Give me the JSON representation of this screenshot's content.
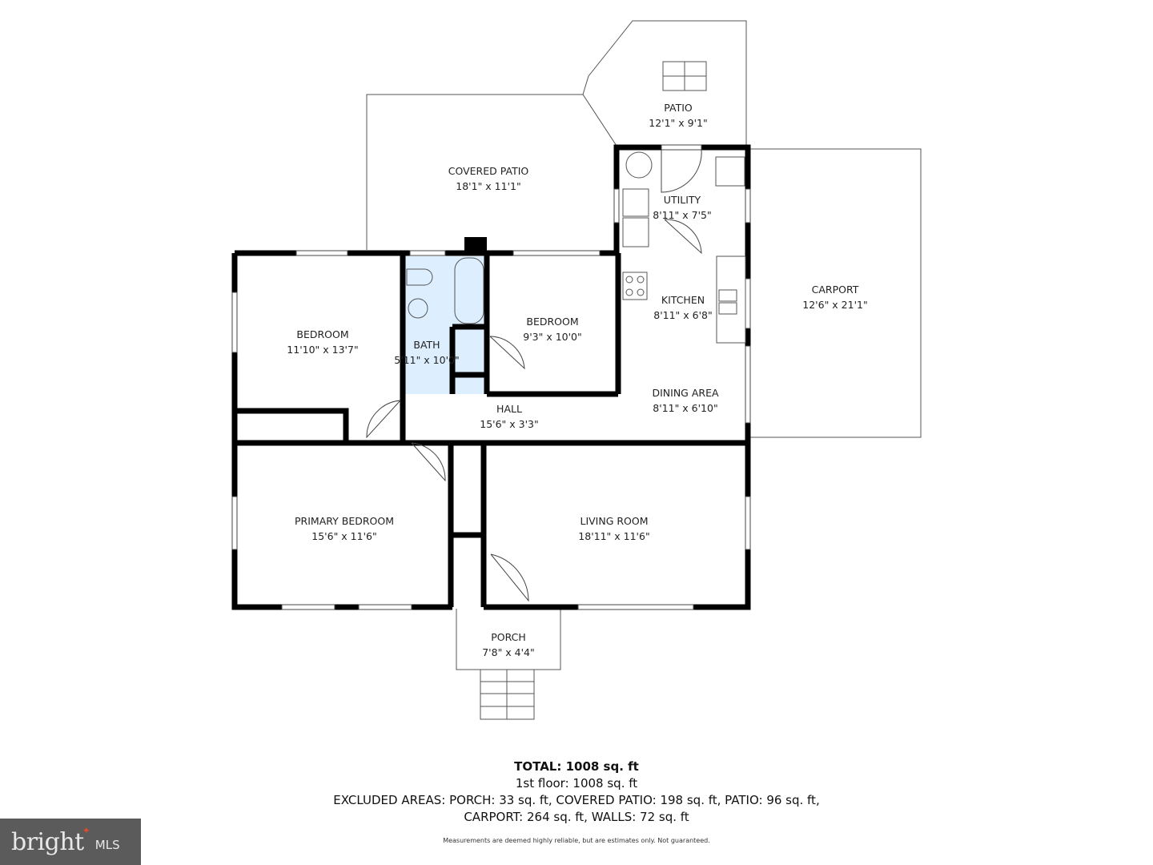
{
  "rooms": {
    "patio": {
      "name": "PATIO",
      "dim": "12'1\" x 9'1\""
    },
    "covered_patio": {
      "name": "COVERED PATIO",
      "dim": "18'1\" x 11'1\""
    },
    "utility": {
      "name": "UTILITY",
      "dim": "8'11\" x 7'5\""
    },
    "carport": {
      "name": "CARPORT",
      "dim": "12'6\" x 21'1\""
    },
    "bedroom_1": {
      "name": "BEDROOM",
      "dim": "11'10\" x 13'7\""
    },
    "bath": {
      "name": "BATH",
      "dim": "5'11\" x 10'0\""
    },
    "bedroom_2": {
      "name": "BEDROOM",
      "dim": "9'3\" x 10'0\""
    },
    "kitchen": {
      "name": "KITCHEN",
      "dim": "8'11\" x 6'8\""
    },
    "hall": {
      "name": "HALL",
      "dim": "15'6\" x 3'3\""
    },
    "dining_area": {
      "name": "DINING AREA",
      "dim": "8'11\" x 6'10\""
    },
    "primary_bedroom": {
      "name": "PRIMARY BEDROOM",
      "dim": "15'6\" x 11'6\""
    },
    "living_room": {
      "name": "LIVING ROOM",
      "dim": "18'11\" x 11'6\""
    },
    "porch": {
      "name": "PORCH",
      "dim": "7'8\" x 4'4\""
    }
  },
  "summary": {
    "total": "TOTAL: 1008 sq. ft",
    "floor": "1st floor: 1008 sq. ft",
    "excluded_line1": "EXCLUDED AREAS: PORCH: 33 sq. ft, COVERED PATIO: 198 sq. ft, PATIO: 96 sq. ft,",
    "excluded_line2": "CARPORT: 264 sq. ft, WALLS: 72 sq. ft",
    "disclaimer": "Measurements are deemed highly reliable, but are estimates only. Not guaranteed."
  },
  "logo": {
    "word": "bright",
    "suffix": "MLS",
    "accent_color": "#e24a2b"
  },
  "colors": {
    "wall": "#000000",
    "bath_fill": "#ddeeff",
    "line": "#333333"
  }
}
